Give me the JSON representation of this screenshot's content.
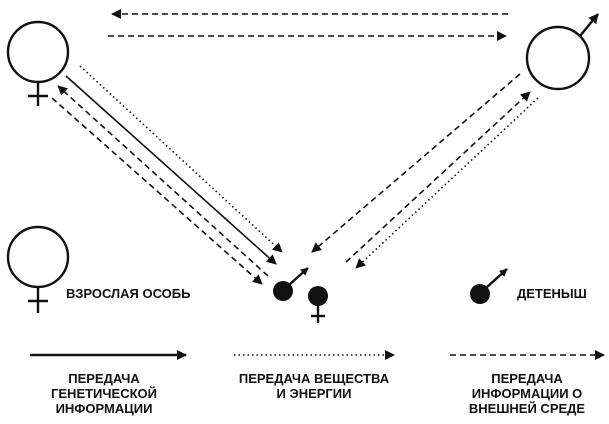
{
  "legend": {
    "adult_label": "ВЗРОСЛАЯ ОСОБЬ",
    "young_label": "ДЕТЕНЫШ",
    "genetic": [
      "ПЕРЕДАЧА",
      "ГЕНЕТИЧЕСКОЙ",
      "ИНФОРМАЦИИ"
    ],
    "energy": [
      "ПЕРЕДАЧА ВЕЩЕСТВА",
      "И ЭНЕРГИИ"
    ],
    "environment": [
      "ПЕРЕДАЧА",
      "ИНФОРМАЦИИ О",
      "ВНЕШНЕЙ СРЕДЕ"
    ]
  },
  "colors": {
    "ink": "#111111",
    "background": "#ffffff"
  }
}
